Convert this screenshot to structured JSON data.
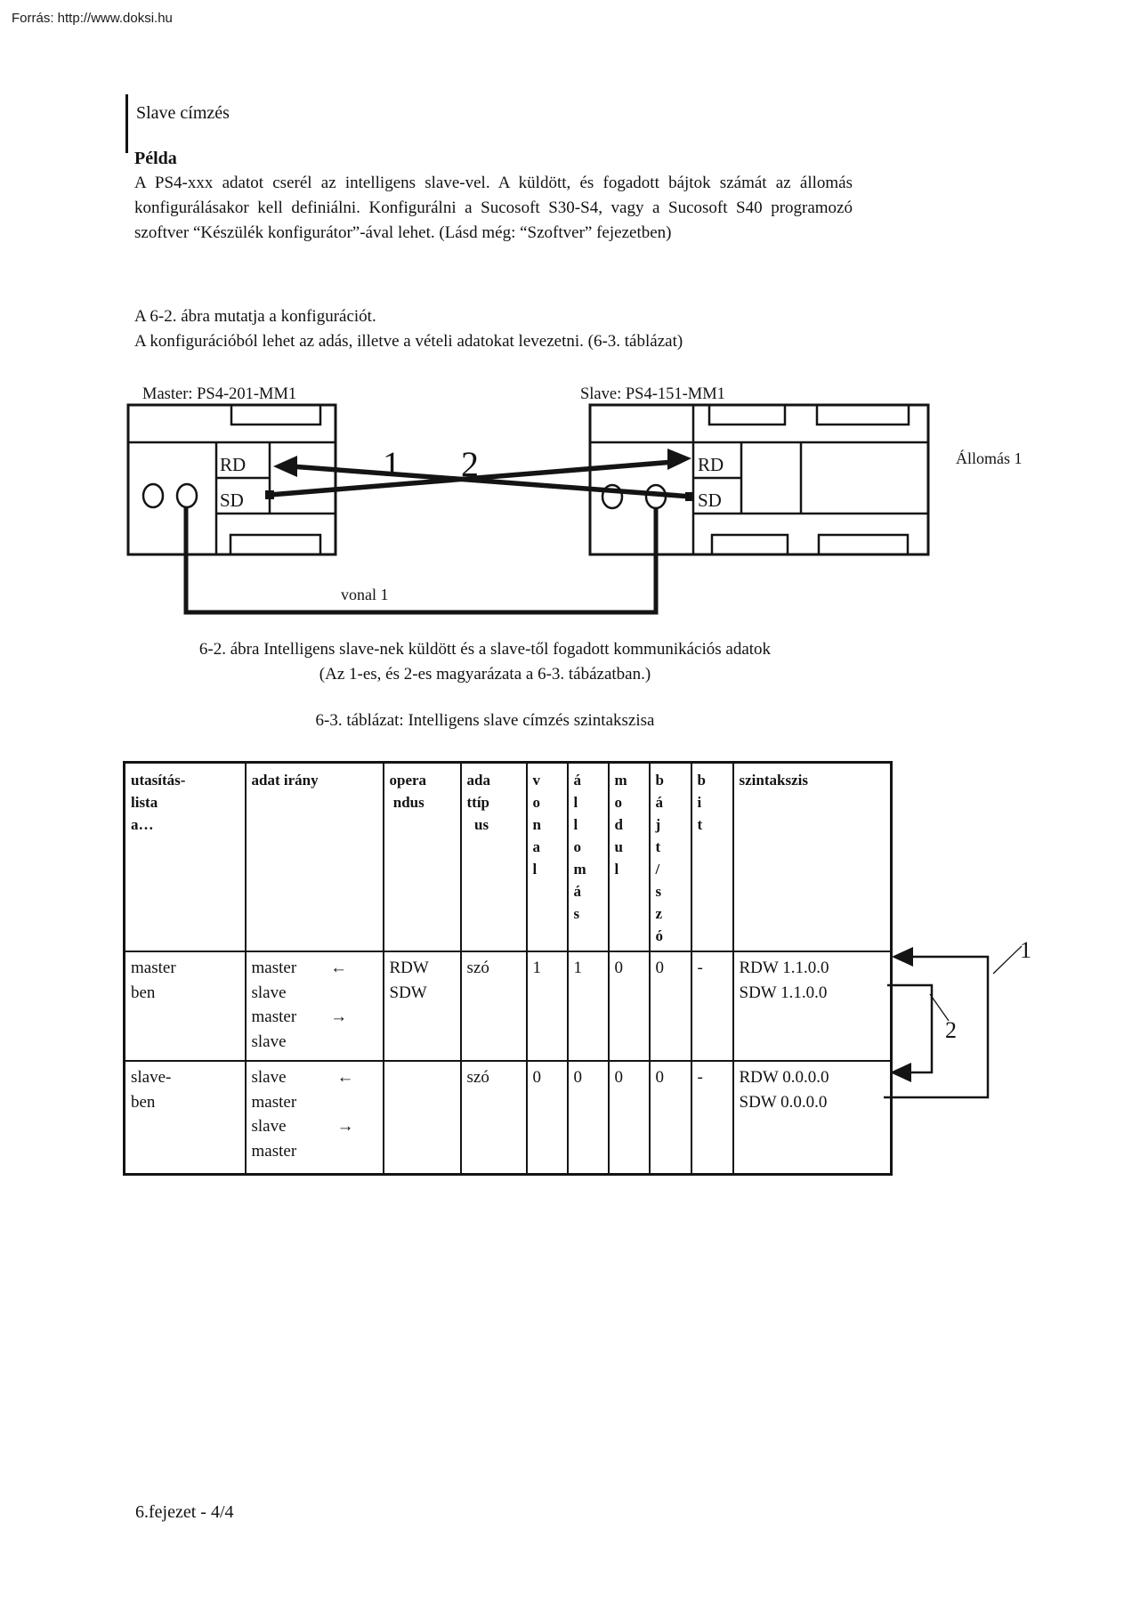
{
  "ink": "#141414",
  "header": {
    "source": "Forrás: http://www.doksi.hu"
  },
  "sidebar_note": {
    "title": "Slave címzés"
  },
  "example": {
    "heading": "Példa",
    "body": "A PS4-xxx adatot cserél az intelligens slave-vel. A küldött, és fogadott bájtok számát az állomás konfigurálásakor kell definiálni. Konfigurálni a Sucosoft S30-S4, vagy a Sucosoft S40 programozó szoftver “Készülék konfigurátor”-ával lehet. (Lásd még: “Szoftver” fejezetben)",
    "note1": "A 6-2. ábra mutatja a konfigurációt.",
    "note2": "A konfigurációból lehet az adás, illetve a vételi adatokat levezetni. (6-3. táblázat)"
  },
  "figure": {
    "master_label": "Master:  PS4-201-MM1",
    "slave_label": "Slave:   PS4-151-MM1",
    "master_rd": "RD",
    "master_sd": "SD",
    "slave_rd": "RD",
    "slave_sd": "SD",
    "arrow1": "1",
    "arrow2": "2",
    "station": "Állomás 1",
    "line_label": "vonal 1",
    "caption1": "6-2. ábra  Intelligens slave-nek küldött és a slave-től fogadott kommunikációs adatok",
    "caption2": "(Az 1-es, és 2-es magyarázata a 6-3. tábázatban.)"
  },
  "table": {
    "title": "6-3. táblázat:  Intelligens slave címzés szintakszisa",
    "headers": [
      [
        "utasítás-",
        "lista",
        "a…"
      ],
      [
        "adat irány"
      ],
      [
        "opera",
        " ndus"
      ],
      [
        "ada",
        "ttíp",
        "  us"
      ],
      [
        "v",
        "o",
        "n",
        "a",
        "l"
      ],
      [
        "á",
        "l",
        "l",
        "o",
        "m",
        "á",
        "s"
      ],
      [
        "m",
        "o",
        "d",
        "u",
        "l"
      ],
      [
        "b",
        "á",
        "j",
        "t",
        "/",
        "s",
        "z",
        "ó"
      ],
      [
        "b",
        "i",
        "t"
      ],
      [
        "szintakszis"
      ]
    ],
    "rows": [
      [
        [
          "master",
          "ben"
        ],
        [
          "master  ←",
          "slave",
          "master  →",
          "slave"
        ],
        [
          "RDW",
          "SDW"
        ],
        [
          "szó"
        ],
        [
          "1"
        ],
        [
          "1"
        ],
        [
          "0"
        ],
        [
          "0"
        ],
        [
          "-"
        ],
        [
          "RDW 1.1.0.0",
          "SDW 1.1.0.0"
        ]
      ],
      [
        [
          "slave-",
          "ben"
        ],
        [
          "slave   ←",
          "master",
          "slave   →",
          "master"
        ],
        [
          ""
        ],
        [
          "szó"
        ],
        [
          "0"
        ],
        [
          "0"
        ],
        [
          "0"
        ],
        [
          "0"
        ],
        [
          "-"
        ],
        [
          "RDW 0.0.0.0",
          "SDW 0.0.0.0"
        ]
      ]
    ],
    "callout1": "1",
    "callout2": "2"
  },
  "footer": {
    "page": "6.fejezet - 4/4"
  }
}
